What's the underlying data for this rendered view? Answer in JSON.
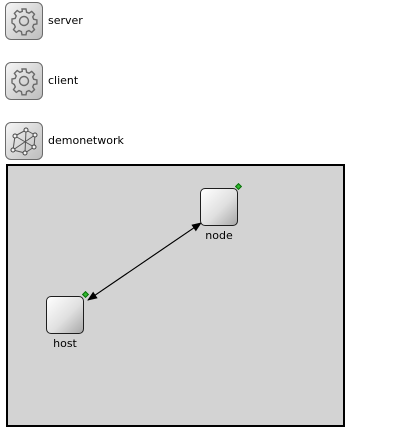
{
  "palette": {
    "items": [
      {
        "label": "server",
        "icon": "gear-icon"
      },
      {
        "label": "client",
        "icon": "gear-icon"
      },
      {
        "label": "demonetwork",
        "icon": "network-icon"
      }
    ]
  },
  "network": {
    "nodes": [
      {
        "label": "node"
      },
      {
        "label": "host"
      }
    ]
  },
  "colors": {
    "canvas_background": "#d3d3d3",
    "gate_marker": "#2fb82f",
    "connection": "#000000"
  }
}
